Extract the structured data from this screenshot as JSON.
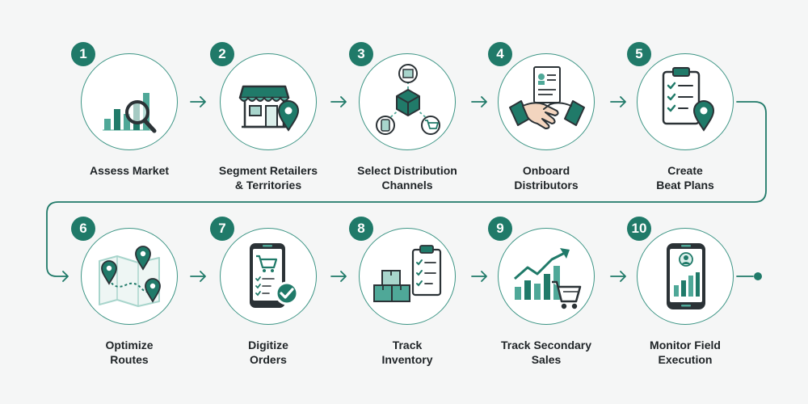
{
  "colors": {
    "primary": "#207a69",
    "accent": "#4fa898",
    "light": "#a8d5cc",
    "pale": "#dcefeb",
    "ink": "#2b3236",
    "background": "#f5f6f6"
  },
  "steps": [
    {
      "number": "1",
      "line1": "Assess Market",
      "line2": "",
      "icon": "market-analysis-icon"
    },
    {
      "number": "2",
      "line1": "Segment Retailers",
      "line2": "& Territories",
      "icon": "store-location-icon"
    },
    {
      "number": "3",
      "line1": "Select Distribution",
      "line2": "Channels",
      "icon": "distribution-network-icon"
    },
    {
      "number": "4",
      "line1": "Onboard",
      "line2": "Distributors",
      "icon": "handshake-icon"
    },
    {
      "number": "5",
      "line1": "Create",
      "line2": "Beat Plans",
      "icon": "clipboard-checklist-icon"
    },
    {
      "number": "6",
      "line1": "Optimize",
      "line2": "Routes",
      "icon": "route-map-icon"
    },
    {
      "number": "7",
      "line1": "Digitize",
      "line2": "Orders",
      "icon": "mobile-order-icon"
    },
    {
      "number": "8",
      "line1": "Track",
      "line2": "Inventory",
      "icon": "inventory-boxes-icon"
    },
    {
      "number": "9",
      "line1": "Track Secondary",
      "line2": "Sales",
      "icon": "sales-growth-icon"
    },
    {
      "number": "10",
      "line1": "Monitor Field",
      "line2": "Execution",
      "icon": "field-monitor-icon"
    }
  ]
}
